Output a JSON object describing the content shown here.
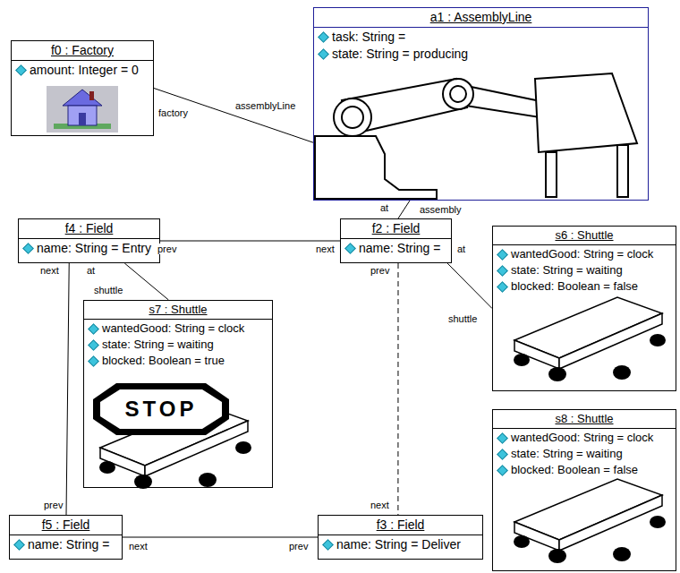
{
  "diagram": {
    "nodes": [
      {
        "text": [
          "f0 : Factory",
          "amount: Integer = 0"
        ]
      },
      {
        "text": [
          "a1 : AssemblyLine",
          "task: String =",
          "state: String = producing"
        ]
      },
      {
        "text": [
          "f4 : Field",
          "name: String = Entry"
        ]
      },
      {
        "text": [
          "f2 : Field",
          "name: String ="
        ]
      },
      {
        "text": [
          "s6 : Shuttle",
          "wantedGood: String = clock",
          "state: String = waiting",
          "blocked: Boolean = false"
        ]
      },
      {
        "text": [
          "s7 : Shuttle",
          "wantedGood: String = clock",
          "state: String = waiting",
          "blocked: Boolean = true"
        ]
      },
      {
        "text": [
          "s8 : Shuttle",
          "wantedGood: String = clock",
          "state: String = waiting",
          "blocked: Boolean = false"
        ]
      },
      {
        "text": [
          "f5 : Field",
          "name: String ="
        ]
      },
      {
        "text": [
          "f3 : Field",
          "name: String = Deliver"
        ]
      }
    ],
    "edges": [
      {
        "from": 0,
        "to": 1,
        "arrow": "none"
      },
      {
        "from": 1,
        "to": 3,
        "arrow": "none"
      },
      {
        "from": 2,
        "to": 3,
        "arrow": "none"
      },
      {
        "from": 3,
        "to": 4,
        "arrow": "none"
      },
      {
        "from": 2,
        "to": 5,
        "arrow": "none"
      },
      {
        "from": 3,
        "to": 8,
        "arrow": "none"
      },
      {
        "from": 2,
        "to": 7,
        "arrow": "none"
      },
      {
        "from": 7,
        "to": 8,
        "arrow": "none"
      }
    ],
    "labels": [
      "factory",
      "assemblyLine",
      "at",
      "assembly",
      "prev",
      "next",
      "at",
      "shuttle",
      "at",
      "shuttle",
      "prev",
      "next",
      "next",
      "prev",
      "next",
      "prev",
      "STOP"
    ]
  }
}
